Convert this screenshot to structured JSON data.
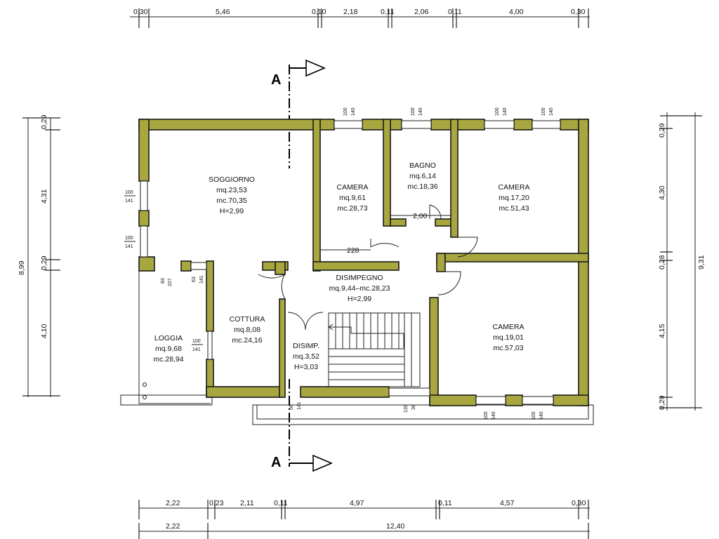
{
  "section": {
    "label": "A"
  },
  "rooms": {
    "soggiorno": {
      "name": "SOGGIORNO",
      "area": "mq.23,53",
      "volume": "mc.70,35",
      "height": "H=2,99"
    },
    "camera1": {
      "name": "CAMERA",
      "area": "mq.9,61",
      "volume": "mc.28,73"
    },
    "bagno": {
      "name": "BAGNO",
      "area": "mq.6,14",
      "volume": "mc.18,36"
    },
    "camera2": {
      "name": "CAMERA",
      "area": "mq.17,20",
      "volume": "mc.51,43"
    },
    "disimpegno": {
      "name": "DISIMPEGNO",
      "areavol": "mq.9,44–mc.28,23",
      "height": "H=2,99"
    },
    "cottura": {
      "name": "COTTURA",
      "area": "mq.8,08",
      "volume": "mc.24,16"
    },
    "loggia": {
      "name": "LOGGIA",
      "area": "mq.9,68",
      "volume": "mc.28,94"
    },
    "disimp": {
      "name": "DISIMP.",
      "area": "mq.3,52",
      "height": "H=3,03"
    },
    "camera3": {
      "name": "CAMERA",
      "area": "mq.19,01",
      "volume": "mc.57,03"
    }
  },
  "inner_dims": {
    "d228": "228",
    "d200": "2,00"
  },
  "dims_top": [
    "0,30",
    "5,46",
    "0,10",
    "2,18",
    "0,11",
    "2,06",
    "0,11",
    "4,00",
    "0,30"
  ],
  "dims_bottom1": [
    "2,22",
    "0,23",
    "2,11",
    "0,11",
    "4,97",
    "0,11",
    "4,57",
    "0,30"
  ],
  "dims_bottom2": [
    "2,22",
    "12,40"
  ],
  "dims_left": [
    "0,29",
    "4,31",
    "0,29",
    "4,10"
  ],
  "dims_left_total": "8,99",
  "dims_right": [
    "0,29",
    "4,30",
    "0,28",
    "4,15",
    "0,29"
  ],
  "dims_right_total": "9,31",
  "openings": {
    "w1": [
      "100",
      "140"
    ],
    "w2": [
      "100",
      "140"
    ],
    "w3": [
      "100",
      "140"
    ],
    "w4": [
      "100",
      "140"
    ],
    "l1": [
      "100",
      "141"
    ],
    "l2": [
      "100",
      "141"
    ],
    "d1": [
      "83",
      "227"
    ],
    "d2": [
      "63",
      "141"
    ],
    "d3": [
      "100",
      "141"
    ],
    "b1": [
      "56",
      "141"
    ],
    "b2": [
      "139",
      "38"
    ],
    "s1": [
      "100",
      "140"
    ],
    "s2": [
      "100",
      "140"
    ]
  }
}
